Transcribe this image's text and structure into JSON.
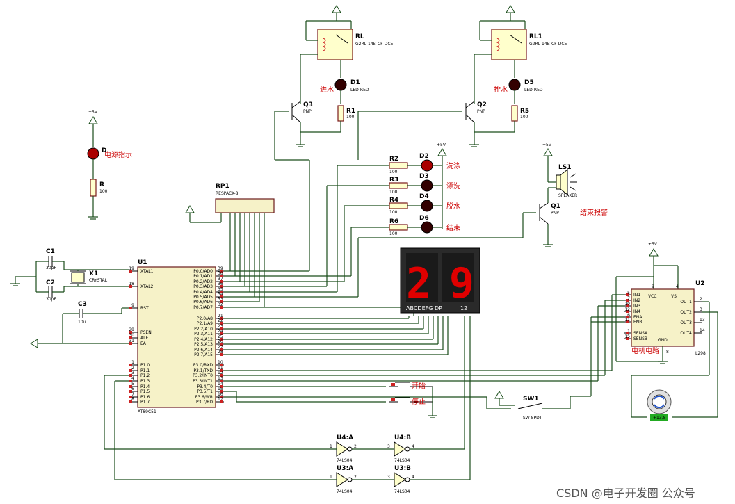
{
  "title": "",
  "components": {
    "relay1": {
      "ref": "RL",
      "part": "G2RL-14B-CF-DC5"
    },
    "relay2": {
      "ref": "RL1",
      "part": "G2RL-14B-CF-DC5"
    },
    "led_d1": {
      "ref": "D1",
      "part": "LED-RED",
      "label_cn": "进水"
    },
    "led_d5": {
      "ref": "D5",
      "part": "LED-RED",
      "label_cn": "排水"
    },
    "q3": {
      "ref": "Q3",
      "part": "PNP"
    },
    "q2": {
      "ref": "Q2",
      "part": "PNP"
    },
    "q1": {
      "ref": "Q1",
      "part": "PNP"
    },
    "r1": {
      "ref": "R1",
      "value": "100"
    },
    "r5": {
      "ref": "R5",
      "value": "100"
    },
    "r": {
      "ref": "R",
      "value": "100"
    },
    "r2": {
      "ref": "R2",
      "value": "100"
    },
    "r3": {
      "ref": "R3",
      "value": "100"
    },
    "r4": {
      "ref": "R4",
      "value": "100"
    },
    "r6": {
      "ref": "R6",
      "value": "100"
    },
    "power_led": {
      "ref": "D",
      "label_cn": "电源指示"
    },
    "d2": {
      "ref": "D2",
      "label_cn": "洗涤"
    },
    "d3": {
      "ref": "D3",
      "label_cn": "漂洗"
    },
    "d4": {
      "ref": "D4",
      "label_cn": "脱水"
    },
    "d6": {
      "ref": "D6",
      "label_cn": "结束"
    },
    "rp1": {
      "ref": "RP1",
      "part": "RESPACK-8"
    },
    "speaker": {
      "ref": "LS1",
      "part": "SPEAKER",
      "label_cn": "结束报警"
    },
    "c1": {
      "ref": "C1",
      "value": "30pF"
    },
    "c2": {
      "ref": "C2",
      "value": "30pF"
    },
    "c3": {
      "ref": "C3",
      "value": "10u"
    },
    "x1": {
      "ref": "X1",
      "part": "CRYSTAL"
    },
    "u1": {
      "ref": "U1",
      "part": "AT89C51"
    },
    "u2": {
      "ref": "U2",
      "part": "L298",
      "label_cn": "电机电路"
    },
    "display": {
      "digits": "29",
      "labels": "ABCDEFG  DP",
      "pins": "12"
    },
    "sw1": {
      "ref": "SW1",
      "part": "SW-SPDT"
    },
    "btn_start": {
      "label_cn": "开始"
    },
    "btn_pause": {
      "label_cn": "停止"
    },
    "u4a": {
      "ref": "U4:A",
      "part": "74LS04",
      "pin_in": "1",
      "pin_out": "2"
    },
    "u4b": {
      "ref": "U4:B",
      "part": "74LS04",
      "pin_in": "3",
      "pin_out": "4"
    },
    "u3a": {
      "ref": "U3:A",
      "part": "74LS04",
      "pin_in": "1",
      "pin_out": "2"
    },
    "u3b": {
      "ref": "U3:B",
      "part": "74LS04",
      "pin_in": "3",
      "pin_out": "4"
    },
    "motor": {
      "label": "+13.8"
    }
  },
  "power": {
    "vcc": "+5V"
  },
  "u1_left_pins": [
    {
      "num": "19",
      "name": "XTAL1"
    },
    {
      "num": "18",
      "name": "XTAL2"
    },
    {
      "num": "9",
      "name": "RST"
    },
    {
      "num": "29",
      "name": "PSEN"
    },
    {
      "num": "30",
      "name": "ALE"
    },
    {
      "num": "31",
      "name": "EA"
    },
    {
      "num": "1",
      "name": "P1.0"
    },
    {
      "num": "2",
      "name": "P1.1"
    },
    {
      "num": "3",
      "name": "P1.2"
    },
    {
      "num": "4",
      "name": "P1.3"
    },
    {
      "num": "5",
      "name": "P1.4"
    },
    {
      "num": "6",
      "name": "P1.5"
    },
    {
      "num": "7",
      "name": "P1.6"
    },
    {
      "num": "8",
      "name": "P1.7"
    }
  ],
  "u1_right_pins": [
    {
      "num": "39",
      "name": "P0.0/AD0"
    },
    {
      "num": "38",
      "name": "P0.1/AD1"
    },
    {
      "num": "37",
      "name": "P0.2/AD2"
    },
    {
      "num": "36",
      "name": "P0.3/AD3"
    },
    {
      "num": "35",
      "name": "P0.4/AD4"
    },
    {
      "num": "34",
      "name": "P0.5/AD5"
    },
    {
      "num": "33",
      "name": "P0.6/AD6"
    },
    {
      "num": "32",
      "name": "P0.7/AD7"
    },
    {
      "num": "21",
      "name": "P2.0/A8"
    },
    {
      "num": "22",
      "name": "P2.1/A9"
    },
    {
      "num": "23",
      "name": "P2.2/A10"
    },
    {
      "num": "24",
      "name": "P2.3/A11"
    },
    {
      "num": "25",
      "name": "P2.4/A12"
    },
    {
      "num": "26",
      "name": "P2.5/A13"
    },
    {
      "num": "27",
      "name": "P2.6/A14"
    },
    {
      "num": "28",
      "name": "P2.7/A15"
    },
    {
      "num": "10",
      "name": "P3.0/RXD"
    },
    {
      "num": "11",
      "name": "P3.1/TXD"
    },
    {
      "num": "12",
      "name": "P3.2/INT0"
    },
    {
      "num": "13",
      "name": "P3.3/INT1"
    },
    {
      "num": "14",
      "name": "P3.4/T0"
    },
    {
      "num": "15",
      "name": "P3.5/T1"
    },
    {
      "num": "16",
      "name": "P3.6/WR"
    },
    {
      "num": "17",
      "name": "P3.7/RD"
    }
  ],
  "u2_left_pins": [
    {
      "num": "5",
      "name": "IN1"
    },
    {
      "num": "7",
      "name": "IN2"
    },
    {
      "num": "10",
      "name": "IN3"
    },
    {
      "num": "12",
      "name": "IN4"
    },
    {
      "num": "6",
      "name": "ENA"
    },
    {
      "num": "11",
      "name": "ENB"
    },
    {
      "num": "1",
      "name": "SENSA"
    },
    {
      "num": "15",
      "name": "SENSB"
    }
  ],
  "u2_right_pins": [
    {
      "num": "2",
      "name": "OUT1"
    },
    {
      "num": "3",
      "name": "OUT2"
    },
    {
      "num": "13",
      "name": "OUT3"
    },
    {
      "num": "14",
      "name": "OUT4"
    }
  ],
  "u2_top": {
    "vcc_num": "9",
    "vcc": "VCC",
    "vs_num": "4",
    "vs": "VS"
  },
  "u2_bottom": {
    "gnd_num": "8",
    "gnd": "GND"
  },
  "watermark": "CSDN @电子开发圈 公众号"
}
